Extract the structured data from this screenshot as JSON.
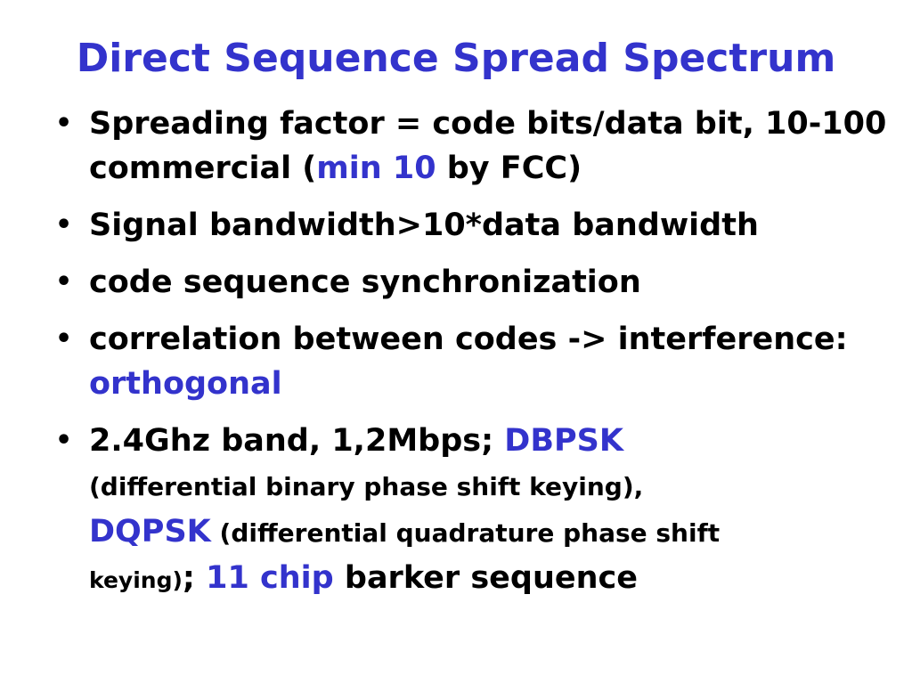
{
  "slide": {
    "title": "Direct Sequence Spread Spectrum",
    "bullet_symbol": "•",
    "bullets": [
      {
        "parts": [
          "Spreading factor = code bits/data bit, 10-100 commercial (",
          "min 10",
          " by FCC)"
        ]
      },
      {
        "parts": [
          "Signal bandwidth>10*data bandwidth"
        ]
      },
      {
        "parts": [
          "code sequence synchronization"
        ]
      },
      {
        "parts": [
          "correlation between codes -> interference: ",
          "orthogonal"
        ]
      },
      {
        "parts": [
          "2.4Ghz band, 1,2Mbps; ",
          "DBPSK",
          "(differential binary phase shift keying),",
          "DQPSK",
          " (differential quadrature phase shift ",
          "keying)",
          "; ",
          "11 chip",
          " barker sequence"
        ]
      }
    ]
  },
  "colors": {
    "accent": "#3333cc",
    "text": "#000000",
    "background": "#ffffff"
  }
}
